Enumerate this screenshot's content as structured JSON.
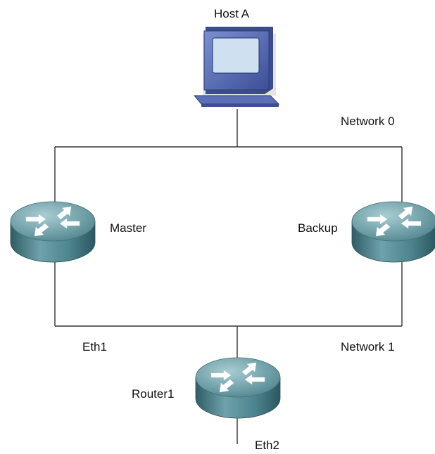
{
  "nodes": {
    "host_a": {
      "label": "Host A",
      "type": "computer"
    },
    "master": {
      "label": "Master",
      "type": "router"
    },
    "backup": {
      "label": "Backup",
      "type": "router"
    },
    "router1": {
      "label": "Router1",
      "type": "router"
    }
  },
  "networks": {
    "network0": {
      "label": "Network 0"
    },
    "network1": {
      "label": "Network 1"
    }
  },
  "interfaces": {
    "eth1": {
      "label": "Eth1"
    },
    "eth2": {
      "label": "Eth2"
    }
  },
  "colors": {
    "line": "#333333",
    "router_top": "#5b8e96",
    "router_side": "#3a6f78",
    "monitor_face": "#4a5fa8",
    "monitor_screen": "#cfe0f0",
    "text": "#111111"
  },
  "icons": {
    "computer": "computer-icon",
    "router": "router-icon"
  }
}
